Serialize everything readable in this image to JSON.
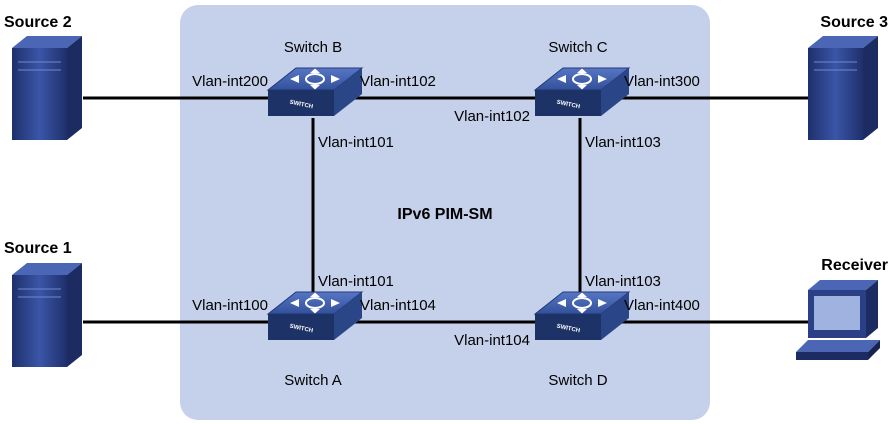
{
  "domain_label": "IPv6 PIM-SM",
  "colors": {
    "domain_fill": "#c5d1ea",
    "switch_top": "#3e5fa8",
    "switch_side": "#2b4687",
    "switch_front": "#1d3266",
    "server": "#2b3f86",
    "link": "#000000"
  },
  "switches": {
    "a": {
      "name": "Switch A",
      "badge": "SWITCH"
    },
    "b": {
      "name": "Switch B",
      "badge": "SWITCH"
    },
    "c": {
      "name": "Switch C",
      "badge": "SWITCH"
    },
    "d": {
      "name": "Switch D",
      "badge": "SWITCH"
    }
  },
  "hosts": {
    "source1": "Source 1",
    "source2": "Source 2",
    "source3": "Source 3",
    "receiver": "Receiver"
  },
  "interfaces": {
    "b_source2": "Vlan-int200",
    "b_c": "Vlan-int102",
    "c_b": "Vlan-int102",
    "c_source3": "Vlan-int300",
    "b_a": "Vlan-int101",
    "a_b": "Vlan-int101",
    "c_d": "Vlan-int103",
    "d_c": "Vlan-int103",
    "a_source1": "Vlan-int100",
    "a_d": "Vlan-int104",
    "d_a": "Vlan-int104",
    "d_receiver": "Vlan-int400"
  }
}
